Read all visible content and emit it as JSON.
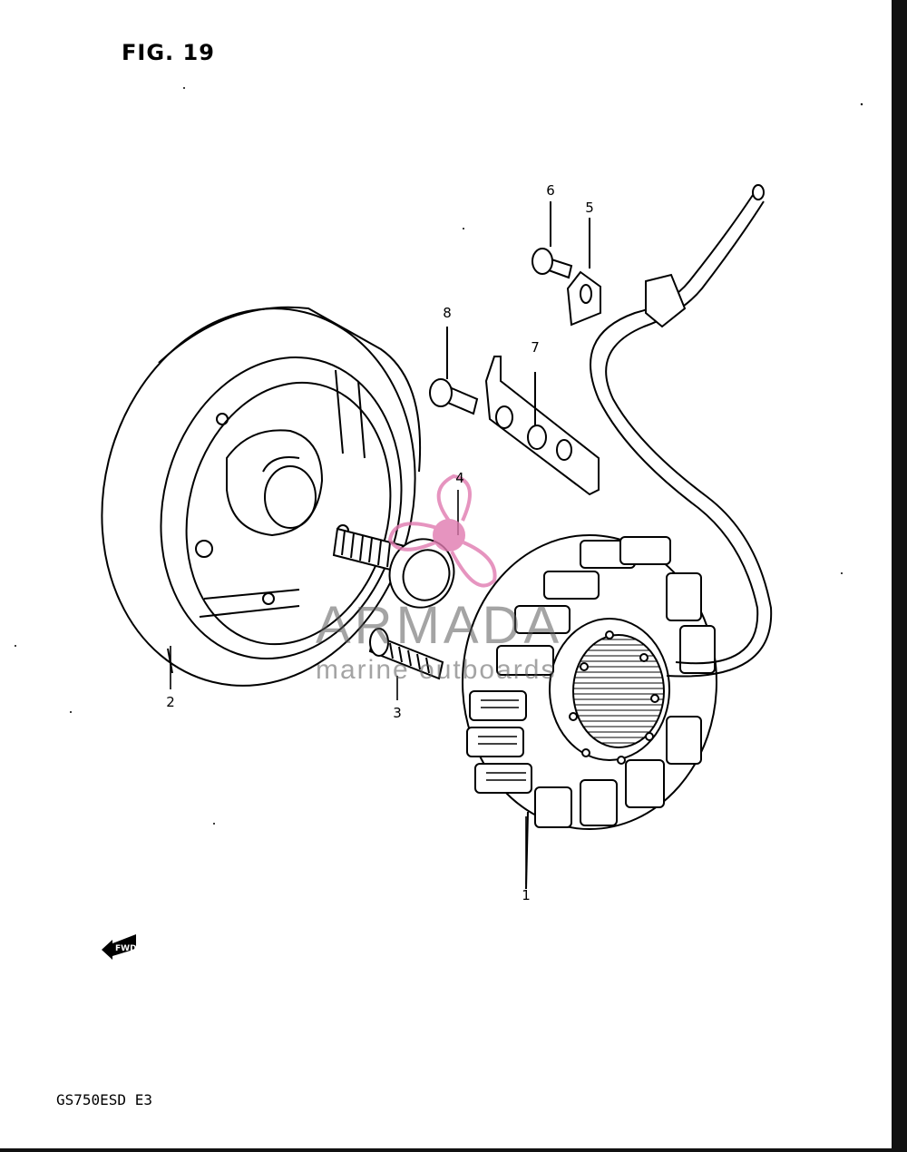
{
  "figure": {
    "title": "FIG. 19"
  },
  "model": {
    "label": "GS750ESD  E3"
  },
  "callouts": [
    "1",
    "2",
    "3",
    "4",
    "5",
    "6",
    "7",
    "8"
  ],
  "fwd_arrow": {
    "label": "FWD",
    "icon": "fwd-arrow-icon"
  },
  "watermark": {
    "title": "ARMADA",
    "subtitle": "marine outboards",
    "logo": "propeller-logo-icon",
    "color": "#e07ab0"
  }
}
